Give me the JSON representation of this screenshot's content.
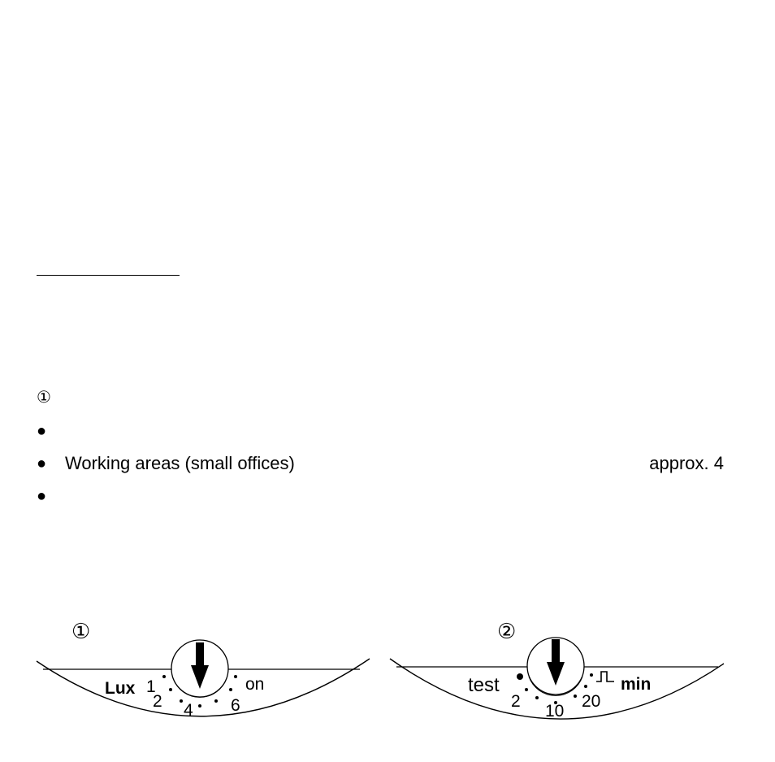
{
  "intro_marker": "①",
  "list": {
    "items": [
      {
        "bullet": "●",
        "text": "",
        "value": ""
      },
      {
        "bullet": "●",
        "text": "Working areas (small offices)",
        "value": "approx. 4"
      },
      {
        "bullet": "●",
        "text": "",
        "value": ""
      }
    ]
  },
  "dial_lux": {
    "marker": "①",
    "label": "Lux",
    "scale": [
      "1",
      "2",
      "4",
      "6",
      "on"
    ]
  },
  "dial_time": {
    "marker": "②",
    "label": "test",
    "unit": "min",
    "scale": [
      "2",
      "10",
      "20"
    ],
    "pulse_icon": "pulse-step-icon"
  }
}
